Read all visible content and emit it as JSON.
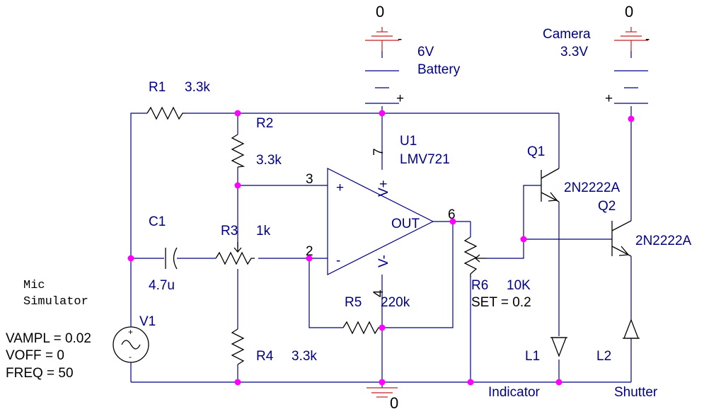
{
  "diagram": {
    "grounds": [
      "0",
      "0",
      "0"
    ],
    "battery": {
      "polarity_minus": "-",
      "polarity_plus": "+",
      "value": "6V",
      "label": "Battery"
    },
    "camera": {
      "label": "Camera",
      "value": "3.3V",
      "polarity_minus": "-",
      "polarity_plus": "+"
    },
    "r1": {
      "name": "R1",
      "value": "3.3k"
    },
    "r2": {
      "name": "R2",
      "value": "3.3k"
    },
    "r3": {
      "name": "R3",
      "value": "1k"
    },
    "r4": {
      "name": "R4",
      "value": "3.3k"
    },
    "r5": {
      "name": "R5",
      "value": "220k"
    },
    "r6": {
      "name": "R6",
      "value": "10K",
      "set": "SET = 0.2"
    },
    "c1": {
      "name": "C1",
      "value": "4.7u"
    },
    "u1": {
      "name": "U1",
      "part": "LMV721",
      "plus": "+",
      "minus": "-",
      "vplus": "V+",
      "vminus": "V-",
      "out": "OUT"
    },
    "pins": {
      "p7": "7",
      "p3": "3",
      "p2": "2",
      "p4": "4",
      "p6": "6"
    },
    "q1": {
      "name": "Q1",
      "part": "2N2222A"
    },
    "q2": {
      "name": "Q2",
      "part": "2N2222A"
    },
    "l1": {
      "name": "L1",
      "label": "Indicator"
    },
    "l2": {
      "name": "L2",
      "label": "Shutter"
    },
    "v1": {
      "name": "V1",
      "vampl": "VAMPL = 0.02",
      "voff": "VOFF = 0",
      "freq": "FREQ = 50",
      "title_line1": "Mic",
      "title_line2": "Simulator"
    }
  }
}
